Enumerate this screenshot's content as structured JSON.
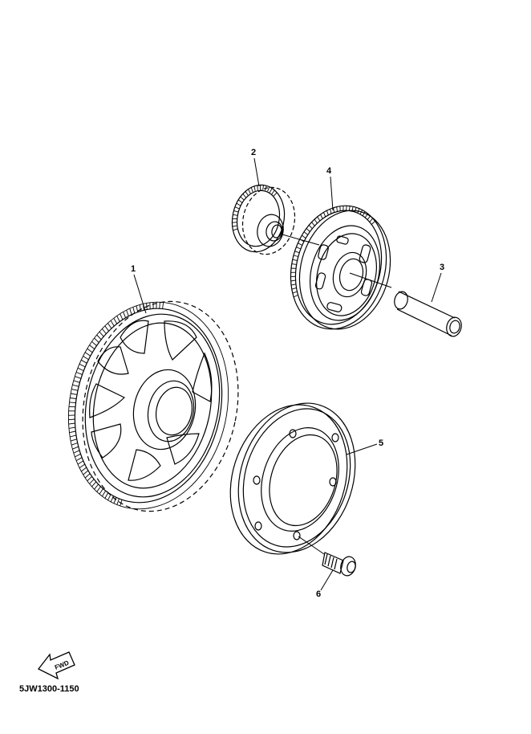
{
  "callouts": [
    {
      "id": "1",
      "label": "1"
    },
    {
      "id": "2",
      "label": "2"
    },
    {
      "id": "3",
      "label": "3"
    },
    {
      "id": "4",
      "label": "4"
    },
    {
      "id": "5",
      "label": "5"
    },
    {
      "id": "6",
      "label": "6"
    }
  ],
  "fwd_label": "FWD",
  "diagram_code": "5JW1300-1150",
  "line_color": "#000000"
}
